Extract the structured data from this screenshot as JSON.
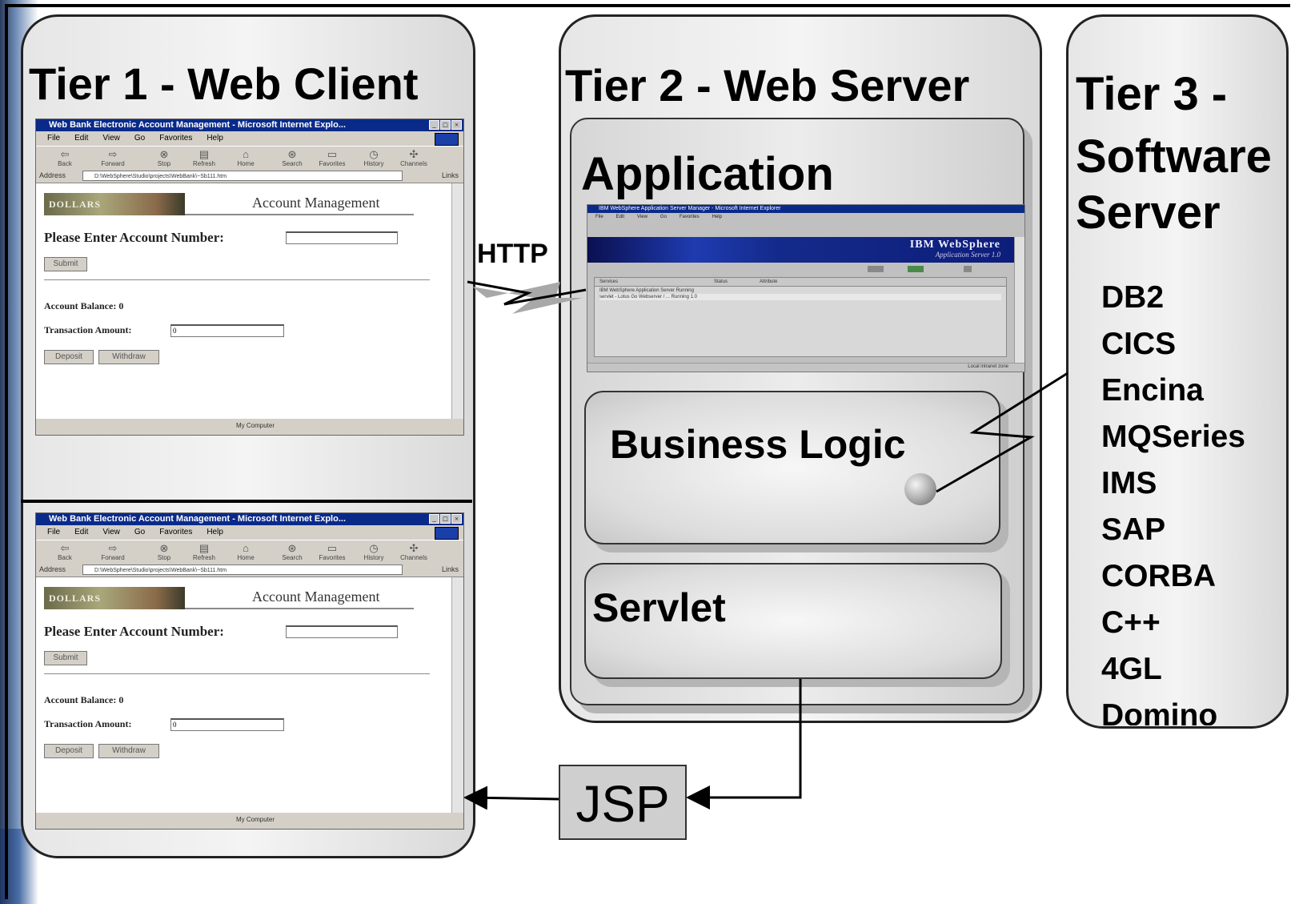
{
  "tier1": {
    "title": "Tier 1 - Web Client"
  },
  "tier2": {
    "title": "Tier 2 - Web Server"
  },
  "tier3": {
    "title_lines": [
      "Tier 3 -",
      "Software",
      "Server"
    ]
  },
  "application": {
    "label": "Application"
  },
  "business_logic": {
    "label": "Business Logic"
  },
  "servlet": {
    "label": "Servlet"
  },
  "http": {
    "label": "HTTP"
  },
  "jsp": {
    "label": "JSP"
  },
  "tier3_list": [
    "DB2",
    "CICS",
    "Encina",
    "MQSeries",
    "IMS",
    "SAP",
    "CORBA",
    "C++",
    "4GL",
    "Domino"
  ],
  "browser": {
    "window_title": "Web Bank Electronic Account Management - Microsoft Internet Explo...",
    "menu": [
      "File",
      "Edit",
      "View",
      "Go",
      "Favorites",
      "Help"
    ],
    "toolbar": [
      "Back",
      "Forward",
      "Stop",
      "Refresh",
      "Home",
      "Search",
      "Favorites",
      "History",
      "Channels"
    ],
    "address_label": "Address",
    "address_value": "D:\\WebSphere\\Studio\\projects\\WebBank\\~Sb111.htm",
    "links_label": "Links",
    "logo_text": "DOLLARS",
    "page_title": "Account Management",
    "account_prompt": "Please Enter Account Number:",
    "submit_label": "Submit",
    "balance_label": "Account Balance: 0",
    "amount_label": "Transaction Amount:",
    "amount_value": "0",
    "deposit_label": "Deposit",
    "withdraw_label": "Withdraw",
    "status_text": "My Computer"
  },
  "websphere": {
    "window_title": "IBM WebSphere Application Server Manager - Microsoft Internet Explorer",
    "brand": "IBM WebSphere",
    "subbrand": "Application Server 1.0",
    "columns": [
      "Services",
      "Status",
      "Attribute"
    ],
    "rows": [
      "IBM WebSphere Application Server   Running",
      "servlet - Lotus Go Webserver / ...   Running   1.0"
    ],
    "status_text": "Local intranet zone"
  },
  "colors": {
    "tier_bg": "#e6e6e6",
    "ie_title": "#0a2a8a",
    "websphere_banner": "#1e3bb0"
  }
}
